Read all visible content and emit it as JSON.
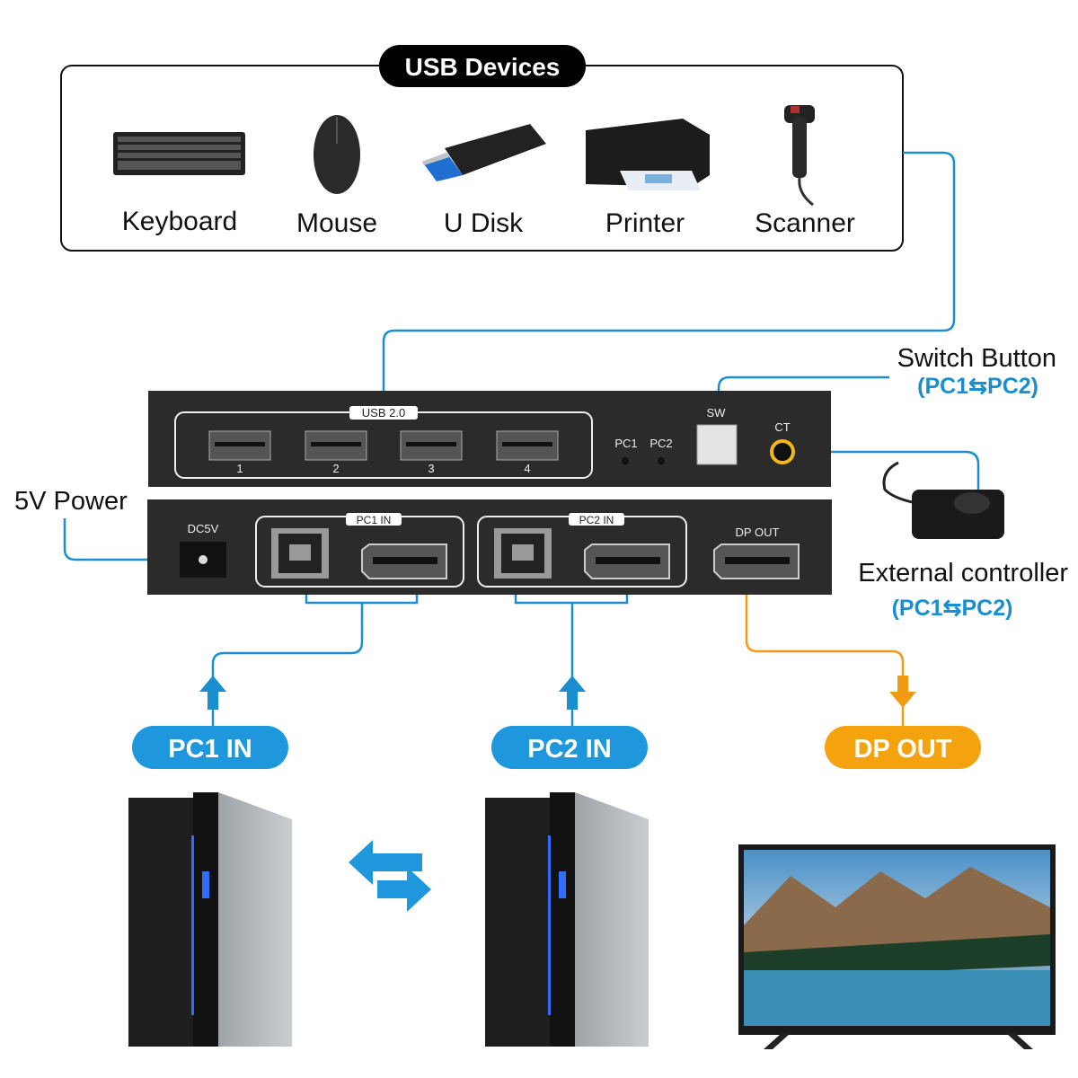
{
  "usb_devices": {
    "title": "USB Devices",
    "items": [
      {
        "label": "Keyboard",
        "icon": "keyboard-icon"
      },
      {
        "label": "Mouse",
        "icon": "mouse-icon"
      },
      {
        "label": "U Disk",
        "icon": "usb-disk-icon"
      },
      {
        "label": "Printer",
        "icon": "printer-icon"
      },
      {
        "label": "Scanner",
        "icon": "scanner-icon"
      }
    ]
  },
  "front_panel": {
    "usb_group_label": "USB 2.0",
    "ports": [
      "1",
      "2",
      "3",
      "4"
    ],
    "led_labels": [
      "PC1",
      "PC2"
    ],
    "switch_label": "SW",
    "ct_label": "CT"
  },
  "rear_panel": {
    "dc_label": "DC5V",
    "pc1_group_label": "PC1 IN",
    "pc2_group_label": "PC2 IN",
    "dp_out_label": "DP OUT"
  },
  "callouts": {
    "switch_button": "Switch Button",
    "switch_button_sub": "(PC1⇆PC2)",
    "external_controller": "External controller",
    "external_controller_sub": "(PC1⇆PC2)",
    "power": "5V Power"
  },
  "badges": {
    "pc1_in": "PC1 IN",
    "pc2_in": "PC2 IN",
    "dp_out": "DP OUT"
  },
  "colors": {
    "blue": "#1a8fd0",
    "orange": "#f29a12",
    "device_body": "#2b2b2b"
  }
}
